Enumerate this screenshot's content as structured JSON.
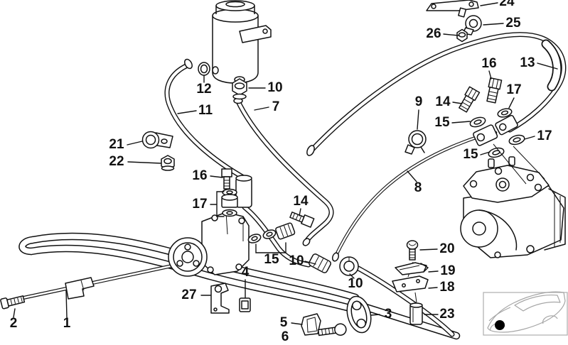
{
  "diagram": {
    "colors": {
      "background": "#ffffff",
      "line": "#111111",
      "inset_border": "#b3b3b3",
      "inset_car_line": "#a6a6a6",
      "inset_marker": "#000000"
    },
    "inset": {
      "marker_icon": "filled-circle"
    },
    "callouts": [
      {
        "part": "24"
      },
      {
        "part": "25"
      },
      {
        "part": "26"
      },
      {
        "part": "12"
      },
      {
        "part": "10"
      },
      {
        "part": "11"
      },
      {
        "part": "7"
      },
      {
        "part": "16"
      },
      {
        "part": "13"
      },
      {
        "part": "17"
      },
      {
        "part": "9"
      },
      {
        "part": "14"
      },
      {
        "part": "15"
      },
      {
        "part": "17"
      },
      {
        "part": "15"
      },
      {
        "part": "21"
      },
      {
        "part": "22"
      },
      {
        "part": "16"
      },
      {
        "part": "17"
      },
      {
        "part": "8"
      },
      {
        "part": "14"
      },
      {
        "part": "15"
      },
      {
        "part": "10"
      },
      {
        "part": "4"
      },
      {
        "part": "10"
      },
      {
        "part": "20"
      },
      {
        "part": "19"
      },
      {
        "part": "18"
      },
      {
        "part": "27"
      },
      {
        "part": "3"
      },
      {
        "part": "23"
      },
      {
        "part": "5"
      },
      {
        "part": "2"
      },
      {
        "part": "1"
      },
      {
        "part": "6"
      }
    ]
  }
}
